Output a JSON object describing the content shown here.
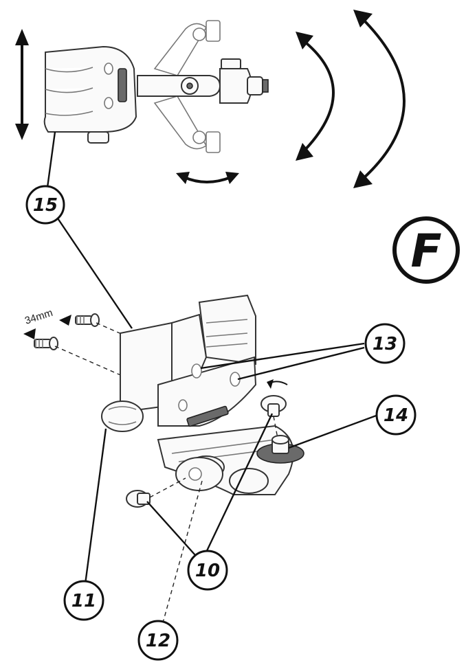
{
  "section_label": "F",
  "dimension_label": "34mm",
  "callouts": {
    "c10": "10",
    "c11": "11",
    "c12": "12",
    "c13": "13",
    "c14": "14",
    "c15": "15"
  }
}
